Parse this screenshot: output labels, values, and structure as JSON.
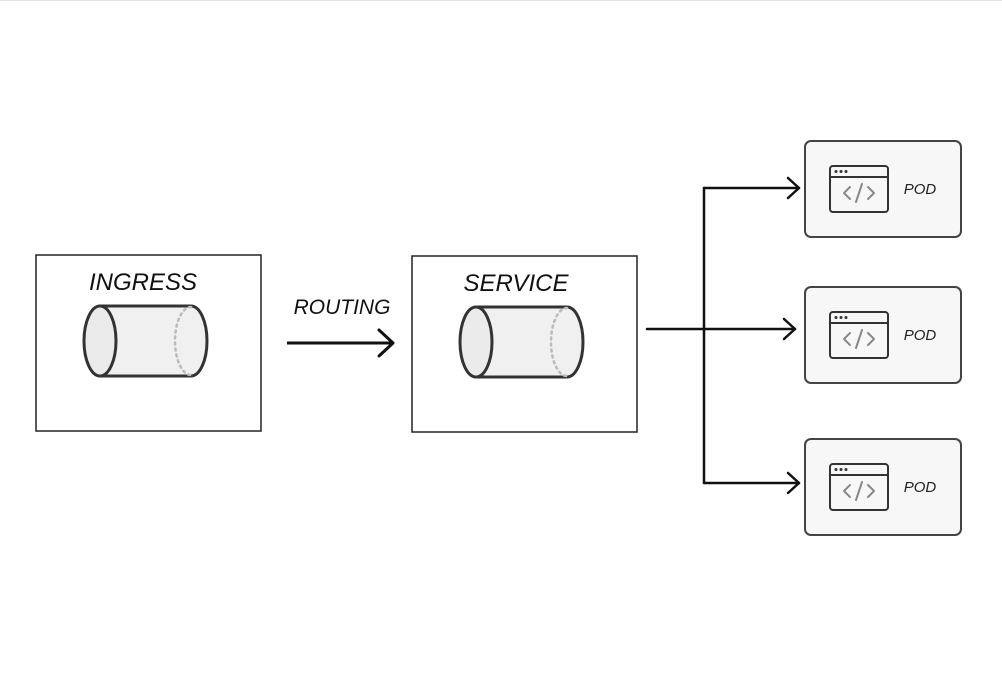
{
  "diagram": {
    "ingress": {
      "label": "INGRESS"
    },
    "routing": {
      "label": "ROUTING"
    },
    "service": {
      "label": "SERVICE"
    },
    "pods": [
      {
        "label": "POD"
      },
      {
        "label": "POD"
      },
      {
        "label": "POD"
      }
    ],
    "colors": {
      "stroke": "#333333",
      "box_fill": "#ffffff",
      "pod_fill": "#f6f7f6",
      "cylinder_fill": "#f0f0f0",
      "dotted": "#bbbbbb",
      "code_glyph": "#888888"
    },
    "icons": [
      "cylinder-icon",
      "code-window-icon"
    ]
  }
}
